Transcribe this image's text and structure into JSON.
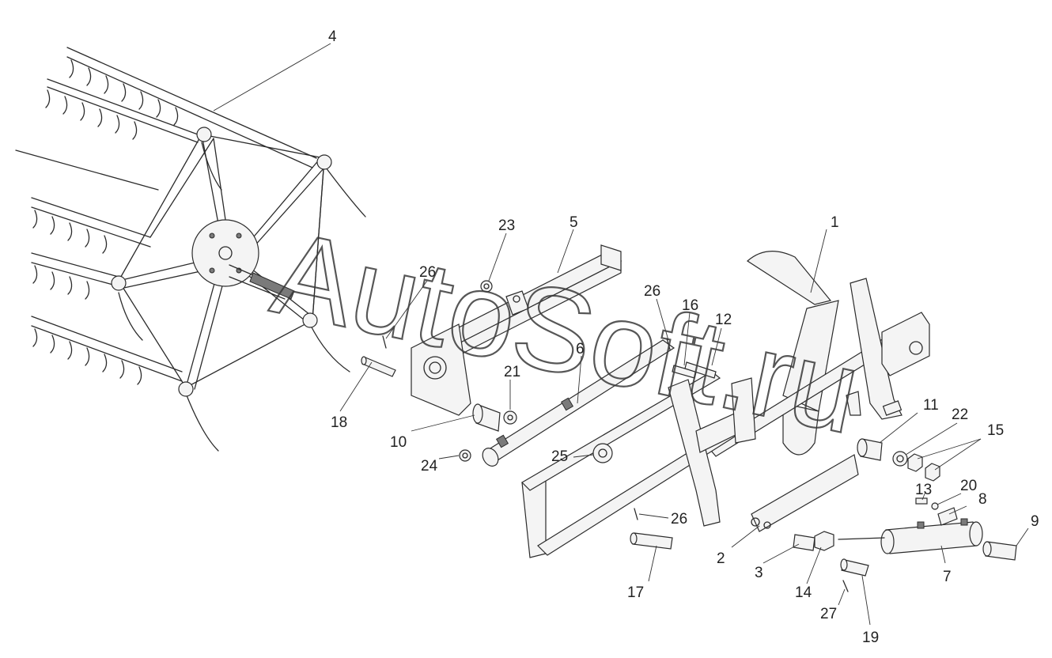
{
  "watermark": "AutoSoft.ru",
  "callouts": {
    "c1": "1",
    "c2": "2",
    "c3": "3",
    "c4": "4",
    "c5": "5",
    "c6": "6",
    "c7": "7",
    "c8": "8",
    "c9": "9",
    "c10": "10",
    "c11": "11",
    "c12": "12",
    "c13": "13",
    "c14": "14",
    "c15": "15",
    "c16": "16",
    "c17": "17",
    "c18": "18",
    "c19": "19",
    "c20": "20",
    "c21": "21",
    "c22": "22",
    "c23": "23",
    "c24": "24",
    "c25": "25",
    "c26a": "26",
    "c26b": "26",
    "c26c": "26",
    "c27": "27"
  }
}
